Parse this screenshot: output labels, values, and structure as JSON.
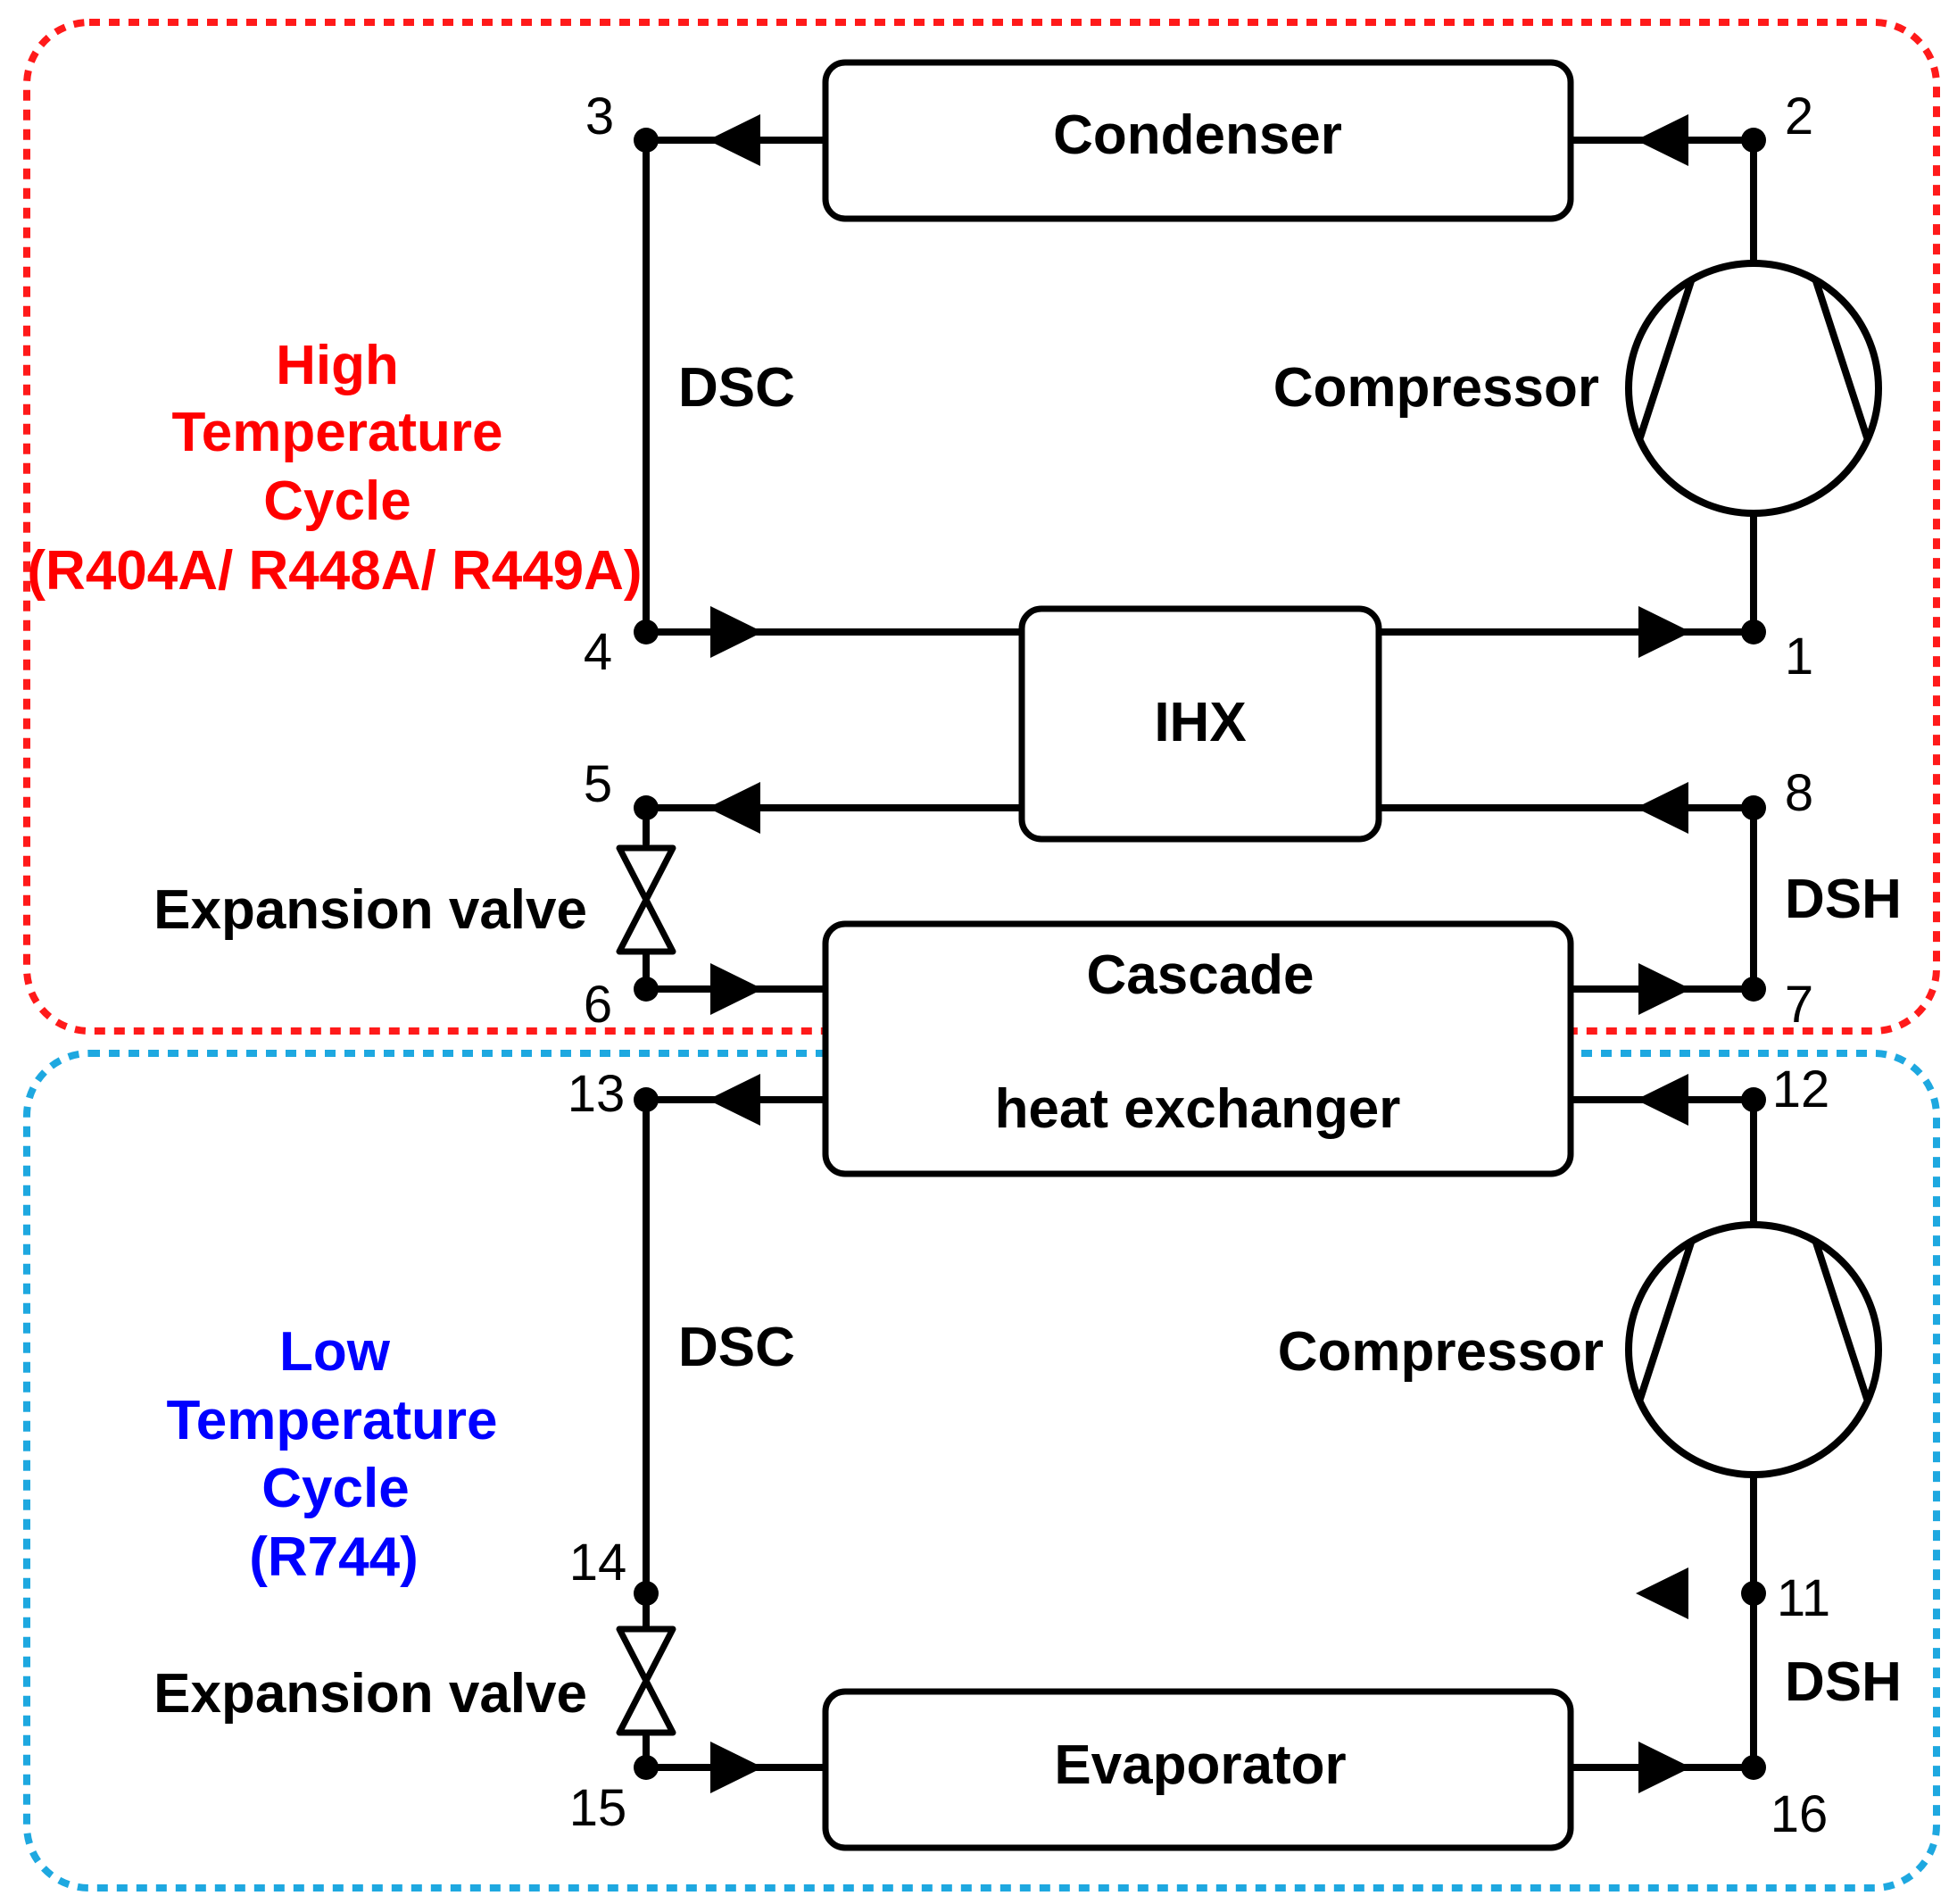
{
  "cycles": {
    "high": {
      "lines": [
        "High",
        "Temperature",
        "Cycle",
        "(R404A/ R448A/ R449A)"
      ],
      "color": "#ff0000",
      "border_color": "#ff1a1a"
    },
    "low": {
      "lines": [
        "Low",
        "Temperature",
        "Cycle",
        "(R744)"
      ],
      "color": "#0000ff",
      "border_color": "#1ea8e0"
    }
  },
  "components": {
    "condenser": "Condenser",
    "compressor_high": "Compressor",
    "ihx": "IHX",
    "cascade_line1": "Cascade",
    "cascade_line2": "heat exchanger",
    "expansion_valve_high": "Expansion valve",
    "compressor_low": "Compressor",
    "expansion_valve_low": "Expansion valve",
    "evaporator": "Evaporator"
  },
  "segment_labels": {
    "dsc_high": "DSC",
    "dsh_high": "DSH",
    "dsc_low": "DSC",
    "dsh_low": "DSH"
  },
  "state_points": [
    "1",
    "2",
    "3",
    "4",
    "5",
    "6",
    "7",
    "8",
    "11",
    "12",
    "13",
    "14",
    "15",
    "16"
  ]
}
